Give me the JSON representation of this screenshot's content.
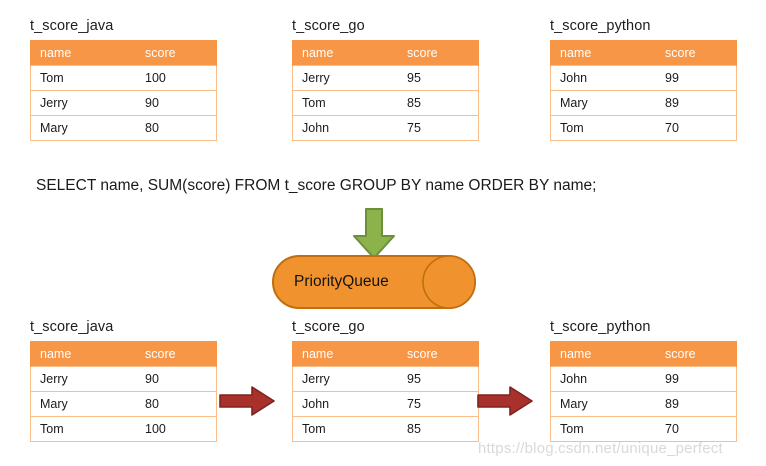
{
  "diagram": {
    "sql_statement": "SELECT name, SUM(score) FROM t_score GROUP BY name ORDER BY name;",
    "queue_label": "PriorityQueue",
    "watermark": "https://blog.csdn.net/unique_perfect",
    "colors": {
      "header_orange": "#F79646",
      "row_border_orange": "#F9BE8A",
      "queue_fill": "#F0932E",
      "queue_stroke": "#BF6E11",
      "green_arrow_fill": "#8CB24C",
      "green_arrow_stroke": "#6E8F3A",
      "red_arrow_fill": "#A8322B",
      "red_arrow_stroke": "#7E2420",
      "watermark_gray": "#D9D9D9"
    }
  },
  "columns": {
    "name": "name",
    "score": "score"
  },
  "top_tables": [
    {
      "title": "t_score_java",
      "rows": [
        {
          "name": "Tom",
          "score": "100"
        },
        {
          "name": "Jerry",
          "score": "90"
        },
        {
          "name": "Mary",
          "score": "80"
        }
      ]
    },
    {
      "title": "t_score_go",
      "rows": [
        {
          "name": "Jerry",
          "score": "95"
        },
        {
          "name": "Tom",
          "score": "85"
        },
        {
          "name": "John",
          "score": "75"
        }
      ]
    },
    {
      "title": "t_score_python",
      "rows": [
        {
          "name": "John",
          "score": "99"
        },
        {
          "name": "Mary",
          "score": "89"
        },
        {
          "name": "Tom",
          "score": "70"
        }
      ]
    }
  ],
  "bottom_tables": [
    {
      "title": "t_score_java",
      "rows": [
        {
          "name": "Jerry",
          "score": "90"
        },
        {
          "name": "Mary",
          "score": "80"
        },
        {
          "name": "Tom",
          "score": "100"
        }
      ]
    },
    {
      "title": "t_score_go",
      "rows": [
        {
          "name": "Jerry",
          "score": "95"
        },
        {
          "name": "John",
          "score": "75"
        },
        {
          "name": "Tom",
          "score": "85"
        }
      ]
    },
    {
      "title": "t_score_python",
      "rows": [
        {
          "name": "John",
          "score": "99"
        },
        {
          "name": "Mary",
          "score": "89"
        },
        {
          "name": "Tom",
          "score": "70"
        }
      ]
    }
  ]
}
